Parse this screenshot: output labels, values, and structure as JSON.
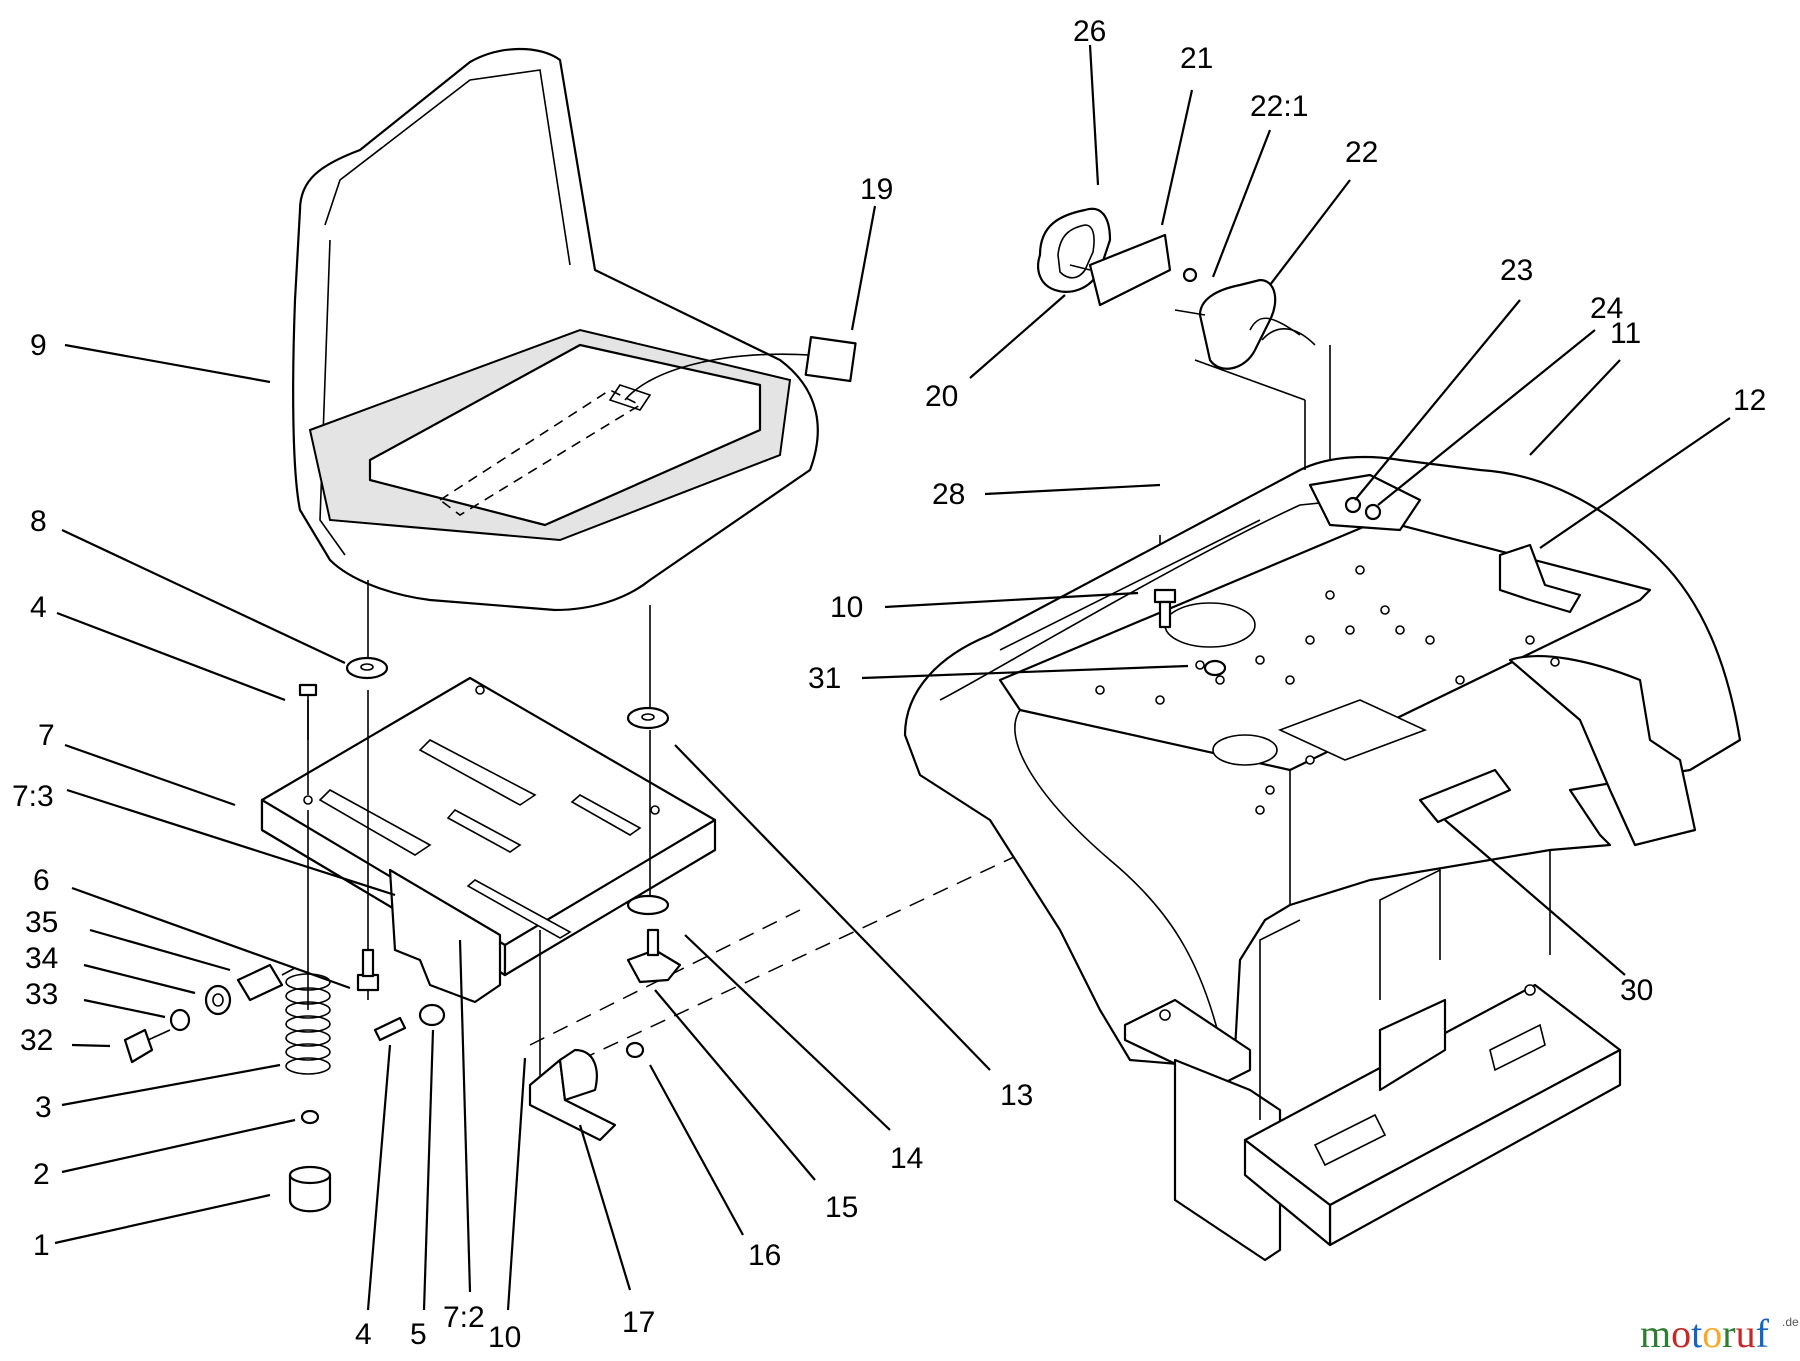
{
  "callouts": [
    {
      "id": "label-26",
      "text": "26"
    },
    {
      "id": "label-21",
      "text": "21"
    },
    {
      "id": "label-22-1",
      "text": "22:1"
    },
    {
      "id": "label-22",
      "text": "22"
    },
    {
      "id": "label-19",
      "text": "19"
    },
    {
      "id": "label-23",
      "text": "23"
    },
    {
      "id": "label-24",
      "text": "24"
    },
    {
      "id": "label-11",
      "text": "11"
    },
    {
      "id": "label-12",
      "text": "12"
    },
    {
      "id": "label-9",
      "text": "9"
    },
    {
      "id": "label-20",
      "text": "20"
    },
    {
      "id": "label-28",
      "text": "28"
    },
    {
      "id": "label-8",
      "text": "8"
    },
    {
      "id": "label-10-top",
      "text": "10"
    },
    {
      "id": "label-4-left",
      "text": "4"
    },
    {
      "id": "label-31",
      "text": "31"
    },
    {
      "id": "label-7",
      "text": "7"
    },
    {
      "id": "label-7-3",
      "text": "7:3"
    },
    {
      "id": "label-6",
      "text": "6"
    },
    {
      "id": "label-35",
      "text": "35"
    },
    {
      "id": "label-34",
      "text": "34"
    },
    {
      "id": "label-33",
      "text": "33"
    },
    {
      "id": "label-32",
      "text": "32"
    },
    {
      "id": "label-3",
      "text": "3"
    },
    {
      "id": "label-2",
      "text": "2"
    },
    {
      "id": "label-1",
      "text": "1"
    },
    {
      "id": "label-30",
      "text": "30"
    },
    {
      "id": "label-13",
      "text": "13"
    },
    {
      "id": "label-14",
      "text": "14"
    },
    {
      "id": "label-15",
      "text": "15"
    },
    {
      "id": "label-16",
      "text": "16"
    },
    {
      "id": "label-17",
      "text": "17"
    },
    {
      "id": "label-4-bottom",
      "text": "4"
    },
    {
      "id": "label-5",
      "text": "5"
    },
    {
      "id": "label-7-2",
      "text": "7:2"
    },
    {
      "id": "label-10-bottom",
      "text": "10"
    }
  ],
  "watermark": {
    "text": "motoruf",
    "suffix": ".de",
    "colors": [
      "#2e7d32",
      "#c62828",
      "#1565c0",
      "#f9a825",
      "#2e7d32",
      "#c62828",
      "#1565c0"
    ]
  }
}
